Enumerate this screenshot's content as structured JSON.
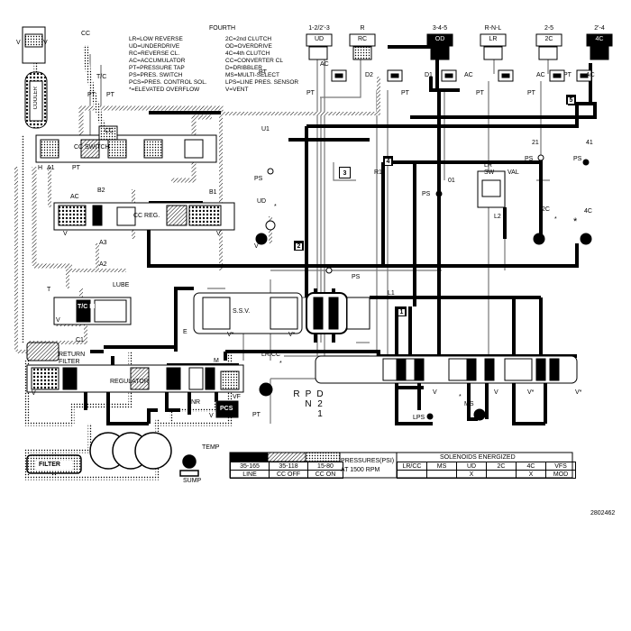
{
  "legend": {
    "title": "FOURTH",
    "left": [
      "LR=LOW REVERSE",
      "UD=UNDERDRIVE",
      "RC=REVERSE CL.",
      "AC=ACCUMULATOR",
      "PT=PRESSURE TAP",
      "PS=PRES. SWITCH",
      "PCS=PRES. CONTROL SOL.",
      "*=ELEVATED OVERFLOW"
    ],
    "right": [
      "2C=2nd CLUTCH",
      "OD=OVERDRIVE",
      "4C=4th CLUTCH",
      "CC=CONVERTER CL",
      "D=DRIBBLER",
      "MS=MULTI-SELECT",
      "LPS=LINE PRES. SENSOR",
      "V=VENT"
    ]
  },
  "clutches": [
    {
      "gear": "1-2/2'-3",
      "name": "UD"
    },
    {
      "gear": "R",
      "name": "RC"
    },
    {
      "gear": "3-4-5",
      "name": "OD"
    },
    {
      "gear": "R-N-L",
      "name": "LR"
    },
    {
      "gear": "2-5",
      "name": "2C"
    },
    {
      "gear": "2'-4",
      "name": "4C"
    }
  ],
  "components": {
    "cooler": "COOLER",
    "cc": "CC",
    "tc": "T/C",
    "cc_switch": "CC SWITCH",
    "cc_reg": "CC REG.",
    "tc_limit": "T/C LIMIT",
    "lube": "LUBE",
    "ssv": "S.S.V.",
    "regulator": "REGULATOR",
    "pcs": "PCS",
    "return_filter": "RETURN\nFILTER",
    "filter": "FILTER",
    "temp": "TEMP",
    "sump": "SUMP",
    "lr_sw_val": [
      "LR",
      "SW",
      "VAL"
    ],
    "lr_cc": "LR/CC",
    "lps": "LPS",
    "ms": "MS",
    "nr": "NR",
    "vf": "VF"
  },
  "labels": {
    "v": "V",
    "pt": "PT",
    "ac": "AC",
    "ps": "PS",
    "t": "T",
    "e": "E",
    "m": "M",
    "h": "H",
    "a1": "A1",
    "a2": "A2",
    "a3": "A3",
    "b1": "B1",
    "b2": "B2",
    "c1": "C1",
    "d1": "D1",
    "d2": "D2",
    "l1": "L1",
    "l2": "L2",
    "u1": "U1",
    "ud": "UD",
    "r1": "R1",
    "o1": "01",
    "n21": "21",
    "n41": "41",
    "c2": "2C",
    "c4": "4C",
    "v_star": "V*",
    "star": "*"
  },
  "badges": [
    "1",
    "2",
    "3",
    "4",
    "5"
  ],
  "selector": [
    "R",
    "P",
    "N",
    "D",
    "2",
    "1"
  ],
  "pressures": {
    "title": "PRESSURES(PSI)",
    "subtitle": "AT 1500 RPM",
    "ranges": [
      "35-165",
      "35-118",
      "15-80"
    ],
    "names": [
      "LINE",
      "CC OFF",
      "CC ON"
    ]
  },
  "solenoids": {
    "title": "SOLENOIDS ENERGIZED",
    "headers": [
      "LR/CC",
      "MS",
      "UD",
      "2C",
      "4C",
      "VFS"
    ],
    "row": [
      "",
      "",
      "X",
      "",
      "X",
      "MOD"
    ]
  },
  "figure_number": "2802462"
}
